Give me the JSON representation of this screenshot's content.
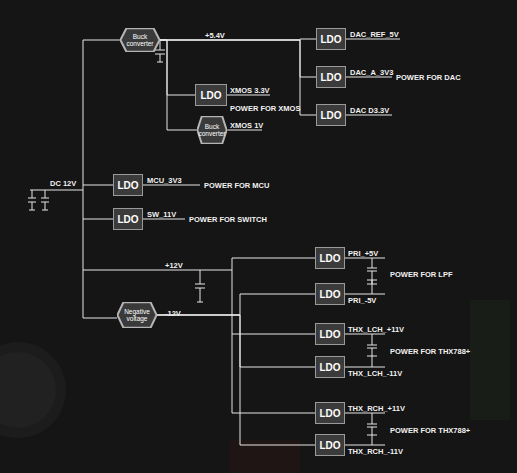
{
  "diagram": {
    "nodes": [
      {
        "text": [
          "Buck converter"
        ]
      },
      {
        "text": [
          "LDO"
        ]
      },
      {
        "text": [
          "LDO"
        ]
      },
      {
        "text": [
          "LDO"
        ]
      },
      {
        "text": [
          "LDO"
        ]
      },
      {
        "text": [
          "Buck converter"
        ]
      },
      {
        "text": [
          "LDO"
        ]
      },
      {
        "text": [
          "LDO"
        ]
      },
      {
        "text": [
          "Negative voltage"
        ]
      },
      {
        "text": [
          "LDO"
        ]
      },
      {
        "text": [
          "LDO"
        ]
      },
      {
        "text": [
          "LDO"
        ]
      },
      {
        "text": [
          "LDO"
        ]
      },
      {
        "text": [
          "LDO"
        ]
      },
      {
        "text": [
          "LDO"
        ]
      }
    ],
    "edges": [
      {
        "from": 0,
        "to": 1,
        "arrow": "none"
      },
      {
        "from": 0,
        "to": 2,
        "arrow": "none"
      },
      {
        "from": 0,
        "to": 3,
        "arrow": "none"
      },
      {
        "from": 0,
        "to": 4,
        "arrow": "none"
      },
      {
        "from": 0,
        "to": 5,
        "arrow": "none"
      },
      {
        "from": 8,
        "to": 10,
        "arrow": "none"
      },
      {
        "from": 8,
        "to": 12,
        "arrow": "none"
      },
      {
        "from": 8,
        "to": 14,
        "arrow": "none"
      }
    ],
    "labels": [
      "+5.4V",
      "DAC_REF_5V",
      "DAC_A_3V3",
      "POWER FOR DAC",
      "DAC D3.3V",
      "XMOS 3.3V",
      "POWER FOR XMOS",
      "XMOS 1V",
      "DC 12V",
      "MCU_3V3",
      "POWER FOR MCU",
      "SW_11V",
      "POWER FOR SWITCH",
      "+12V",
      "-12V",
      "PRI_+5V",
      "POWER FOR LPF",
      "PRI_-5V",
      "THX_LCH_+11V",
      "POWER FOR THX788+",
      "THX_LCH_-11V",
      "THX_RCH_+11V",
      "POWER FOR THX788+",
      "THX_RCH_-11V"
    ]
  }
}
